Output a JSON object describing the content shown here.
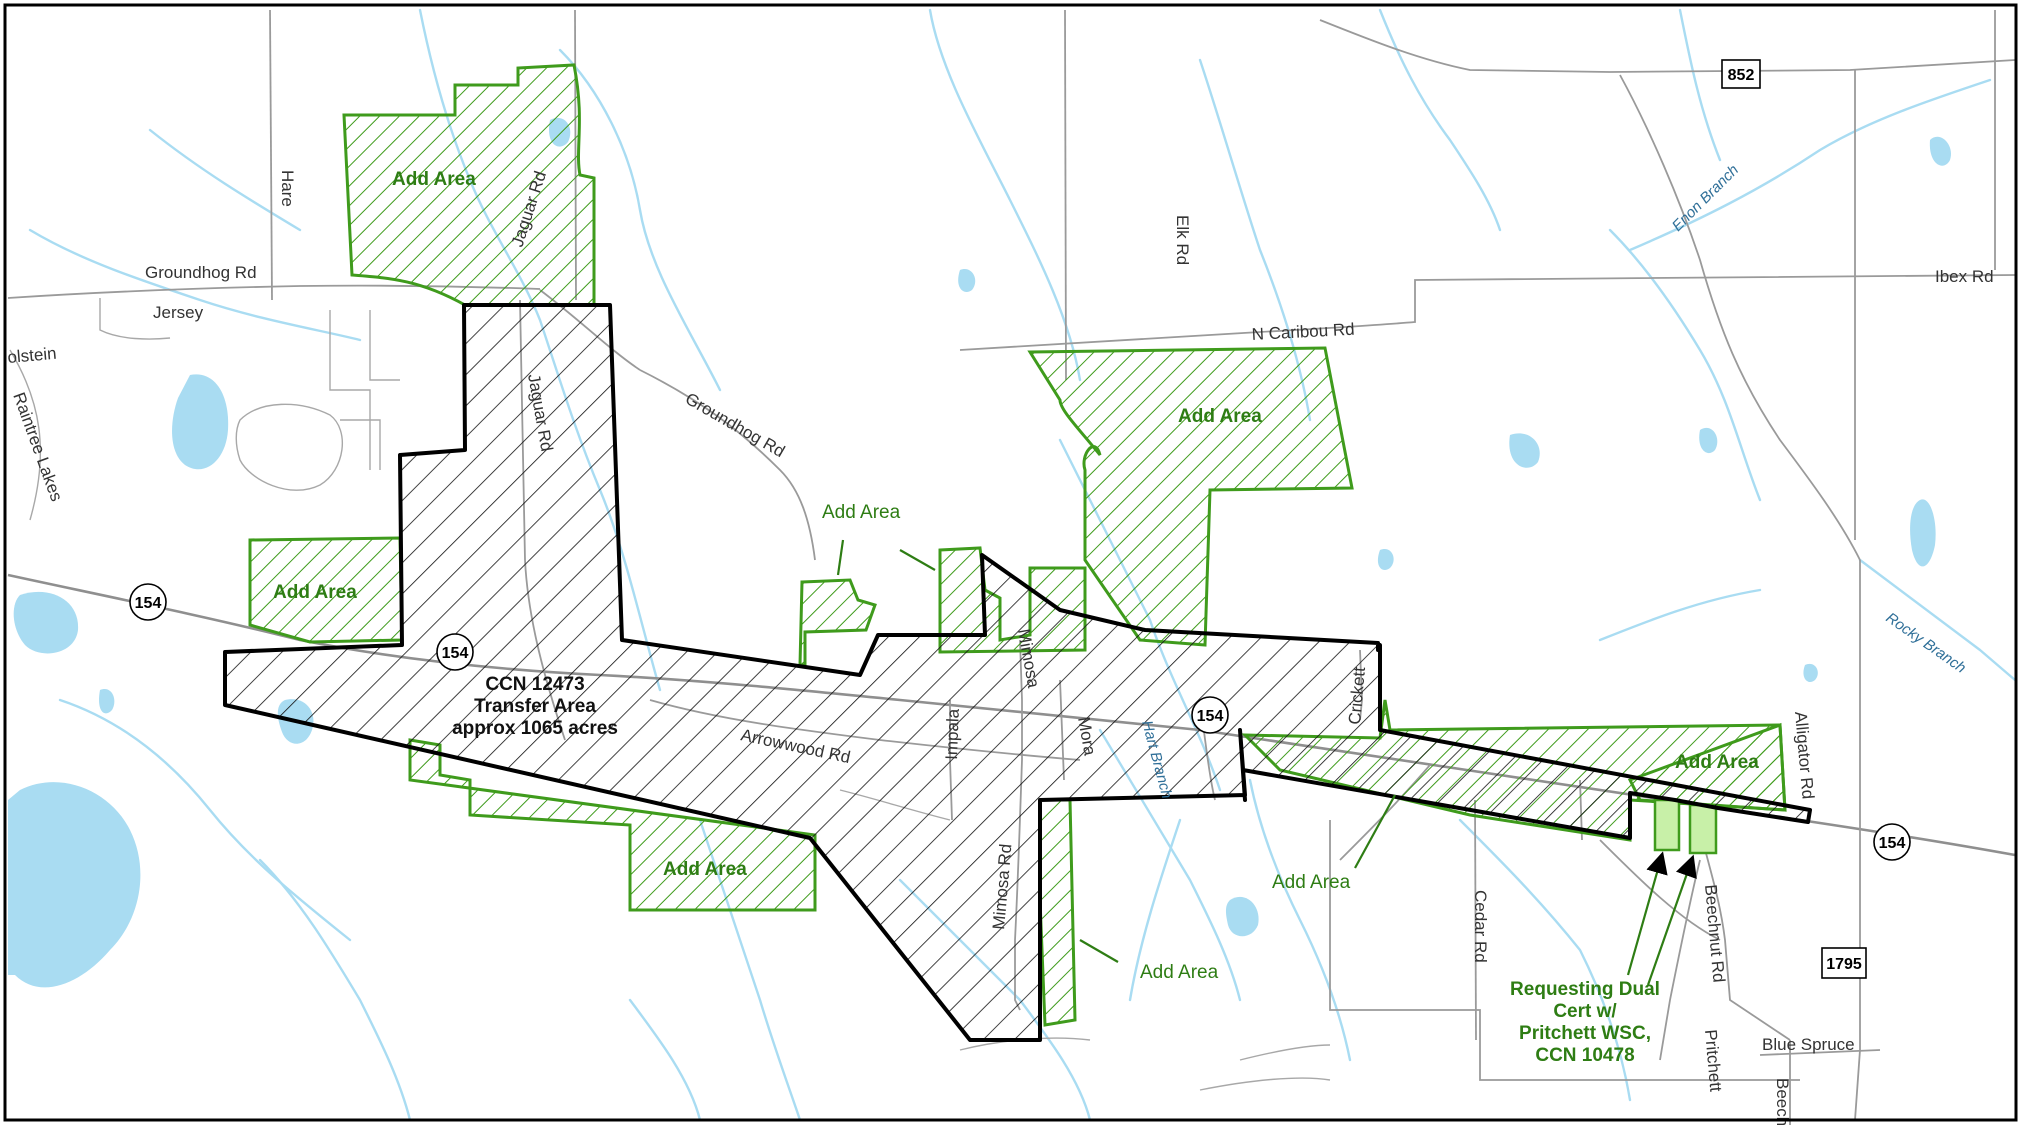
{
  "map": {
    "labels": {
      "add_area": "Add Area",
      "transfer_line1": "CCN 12473",
      "transfer_line2": "Transfer Area",
      "transfer_line3": "approx 1065 acres",
      "dual_line1": "Requesting Dual",
      "dual_line2": "Cert w/",
      "dual_line3": "Pritchett WSC,",
      "dual_line4": "CCN 10478"
    },
    "roads": {
      "hare": "Hare",
      "groundhog_rd": "Groundhog Rd",
      "groundhog_rd_2": "Groundhog Rd",
      "jersey": "Jersey",
      "holstein": "olstein",
      "raintree_lakes": "Raintree Lakes",
      "jaguar_rd_north": "Jaguar Rd",
      "jaguar_rd": "Jaguar Rd",
      "elk_rd": "Elk Rd",
      "n_caribou_rd": "N Caribou Rd",
      "ibex_rd": "Ibex Rd",
      "arrowwood_rd": "Arrowwood Rd",
      "impala": "Impala",
      "mimosa": "Mimosa",
      "mora": "Mora",
      "mimosa_rd": "Mimosa Rd",
      "crickett": "Crickett",
      "cedar_rd": "Cedar Rd",
      "beechnut_rd": "Beechnut Rd",
      "pritchett": "Pritchett",
      "blue_spruce": "Blue Spruce",
      "beech": "Beech",
      "alligator_rd": "Alligator Rd"
    },
    "streams": {
      "enon_branch": "Enon Branch",
      "rocky_branch": "Rocky Branch",
      "hart_branch": "Hart Branch"
    },
    "shields": {
      "hwy_852": "852",
      "hwy_154": "154",
      "hwy_1795": "1795"
    },
    "colors": {
      "add_area": "#3f9b1c",
      "transfer_area": "#000000",
      "dual_cert_fill": "#c8f0a8",
      "water": "#a9dcf2",
      "road": "#9a9a9a"
    }
  }
}
